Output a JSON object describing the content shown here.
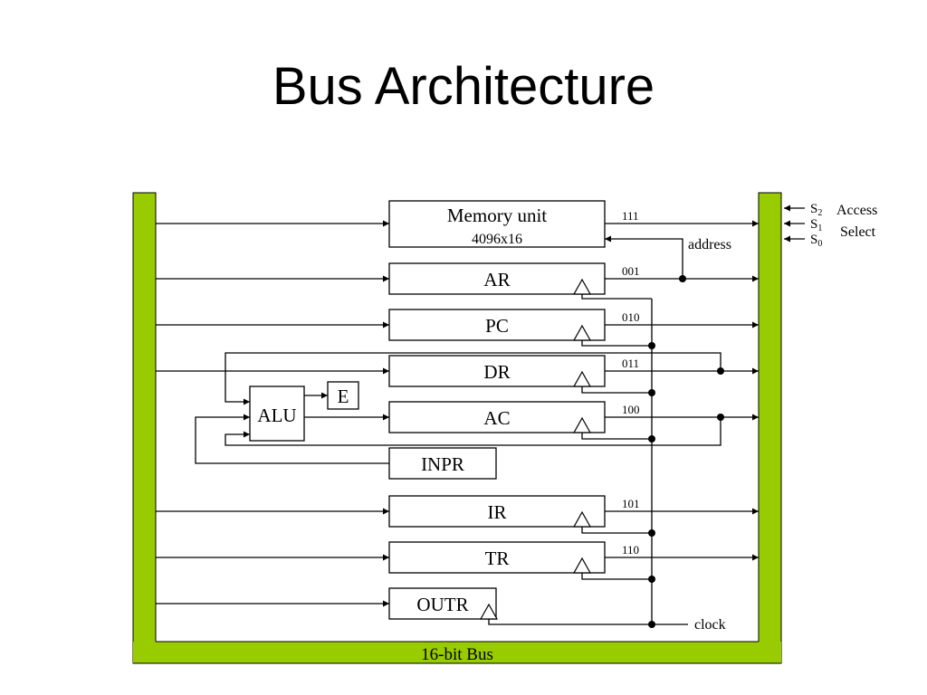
{
  "title": "Bus Architecture",
  "memory": {
    "name": "Memory unit",
    "size": "4096x16"
  },
  "registers": {
    "ar": "AR",
    "pc": "PC",
    "dr": "DR",
    "ac": "AC",
    "inpr": "INPR",
    "ir": "IR",
    "tr": "TR",
    "outr": "OUTR"
  },
  "alu": "ALU",
  "e": "E",
  "codes": {
    "memory": "111",
    "ar": "001",
    "pc": "010",
    "dr": "011",
    "ac": "100",
    "ir": "101",
    "tr": "110"
  },
  "labels": {
    "address": "address",
    "clock": "clock",
    "bus": "16-bit Bus",
    "access": "Access",
    "select": "Select"
  },
  "selectors": {
    "s2": {
      "base": "S",
      "sub": "2"
    },
    "s1": {
      "base": "S",
      "sub": "1"
    },
    "s0": {
      "base": "S",
      "sub": "0"
    }
  },
  "colors": {
    "bus": "#99cc00",
    "line": "#000000"
  }
}
